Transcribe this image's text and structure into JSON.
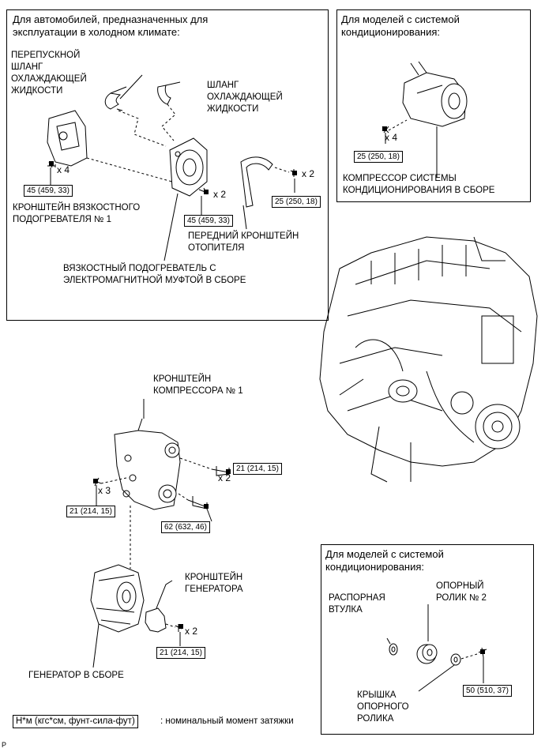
{
  "panel_cold": {
    "title": "Для автомобилей, предназначенных для\nэксплуатации в холодном климате:",
    "bypass_hose": "ПЕРЕПУСКНОЙ\nШЛАНГ\nОХЛАЖДАЮЩЕЙ\nЖИДКОСТИ",
    "coolant_hose": "ШЛАНГ\nОХЛАЖДАЮЩЕЙ\nЖИДКОСТИ",
    "heater_bracket": "КРОНШТЕЙН ВЯЗКОСТНОГО\nПОДОГРЕВАТЕЛЯ № 1",
    "front_heater_bracket": "ПЕРЕДНИЙ КРОНШТЕЙН\nОТОПИТЕЛЯ",
    "viscous_heater": "ВЯЗКОСТНЫЙ ПОДОГРЕВАТЕЛЬ С\nЭЛЕКТРОМАГНИТНОЙ МУФТОЙ В СБОРЕ",
    "torque_bracket": "45 (459, 33)",
    "torque_heater": "45 (459, 33)",
    "torque_front": "25 (250, 18)",
    "qty_bracket": "x 4",
    "qty_heater": "x 2",
    "qty_front": "x 2"
  },
  "panel_ac_top": {
    "title": "Для моделей с системой\nкондиционирования:",
    "compressor": "КОМПРЕССОР СИСТЕМЫ\nКОНДИЦИОНИРОВАНИЯ В СБОРЕ",
    "torque": "25 (250, 18)",
    "qty": "x 4"
  },
  "main": {
    "compressor_bracket": "КРОНШТЕЙН\nКОМПРЕССОРА № 1",
    "alternator_bracket": "КРОНШТЕЙН\nГЕНЕРАТОРА",
    "alternator": "ГЕНЕРАТОР В СБОРЕ",
    "torque_21a": "21 (214, 15)",
    "torque_21b": "21 (214, 15)",
    "torque_62": "62 (632, 46)",
    "torque_21c": "21 (214, 15)",
    "qty_21a": "x 2",
    "qty_21b": "x 3",
    "qty_21c": "x 2"
  },
  "panel_ac_bottom": {
    "title": "Для моделей с системой\nкондиционирования:",
    "spacer": "РАСПОРНАЯ\nВТУЛКА",
    "idler": "ОПОРНЫЙ\nРОЛИК № 2",
    "idler_cover": "КРЫШКА\nОПОРНОГО\nРОЛИКА",
    "torque": "50 (510, 37)"
  },
  "legend": {
    "unit": "Н*м (кгс*см, фунт-сила-фут)",
    "text": ": номинальный момент затяжки"
  },
  "corner_mark": "P"
}
